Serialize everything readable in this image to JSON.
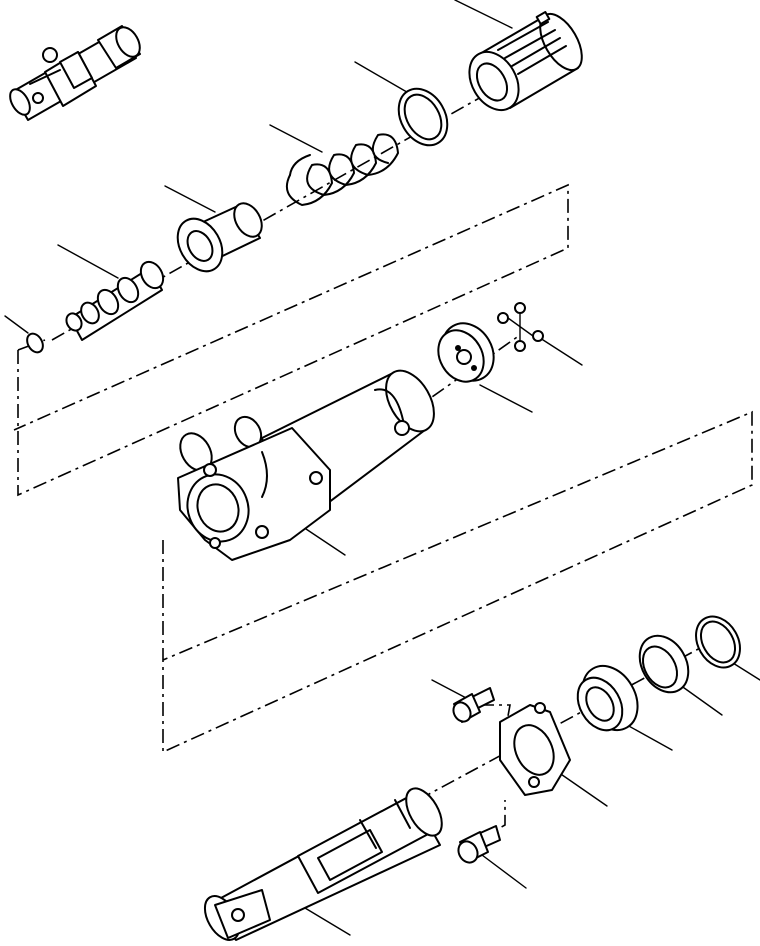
{
  "diagram": {
    "kind": "exploded-parts-view",
    "colors": {
      "ink": "#000000",
      "paper": "#ffffff"
    },
    "parts": [
      {
        "id": "spool-end"
      },
      {
        "id": "sleeve-nut"
      },
      {
        "id": "o-ring-upper"
      },
      {
        "id": "spring"
      },
      {
        "id": "spring-seat"
      },
      {
        "id": "spool"
      },
      {
        "id": "o-ring-small"
      },
      {
        "id": "balls"
      },
      {
        "id": "retainer-plate"
      },
      {
        "id": "valve-body"
      },
      {
        "id": "o-ring-right"
      },
      {
        "id": "backup-ring"
      },
      {
        "id": "seal"
      },
      {
        "id": "bolt-upper"
      },
      {
        "id": "gasket-flange"
      },
      {
        "id": "bolt-lower"
      },
      {
        "id": "piston-rod"
      }
    ]
  }
}
